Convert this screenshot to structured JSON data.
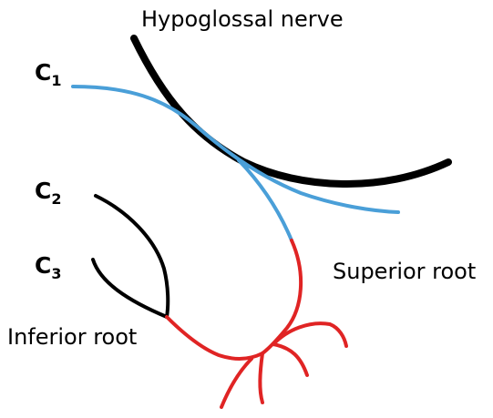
{
  "labels": {
    "hypoglossal": "Hypoglossal nerve",
    "superior_root": "Superior root",
    "inferior_root": "Inferior root"
  },
  "roots": [
    {
      "letter": "C",
      "number": "1"
    },
    {
      "letter": "C",
      "number": "2"
    },
    {
      "letter": "C",
      "number": "3"
    }
  ],
  "colors": {
    "hypoglossal": "#000000",
    "c1": "#4a9fd8",
    "c2_c3": "#000000",
    "ansa": "#e02424"
  }
}
